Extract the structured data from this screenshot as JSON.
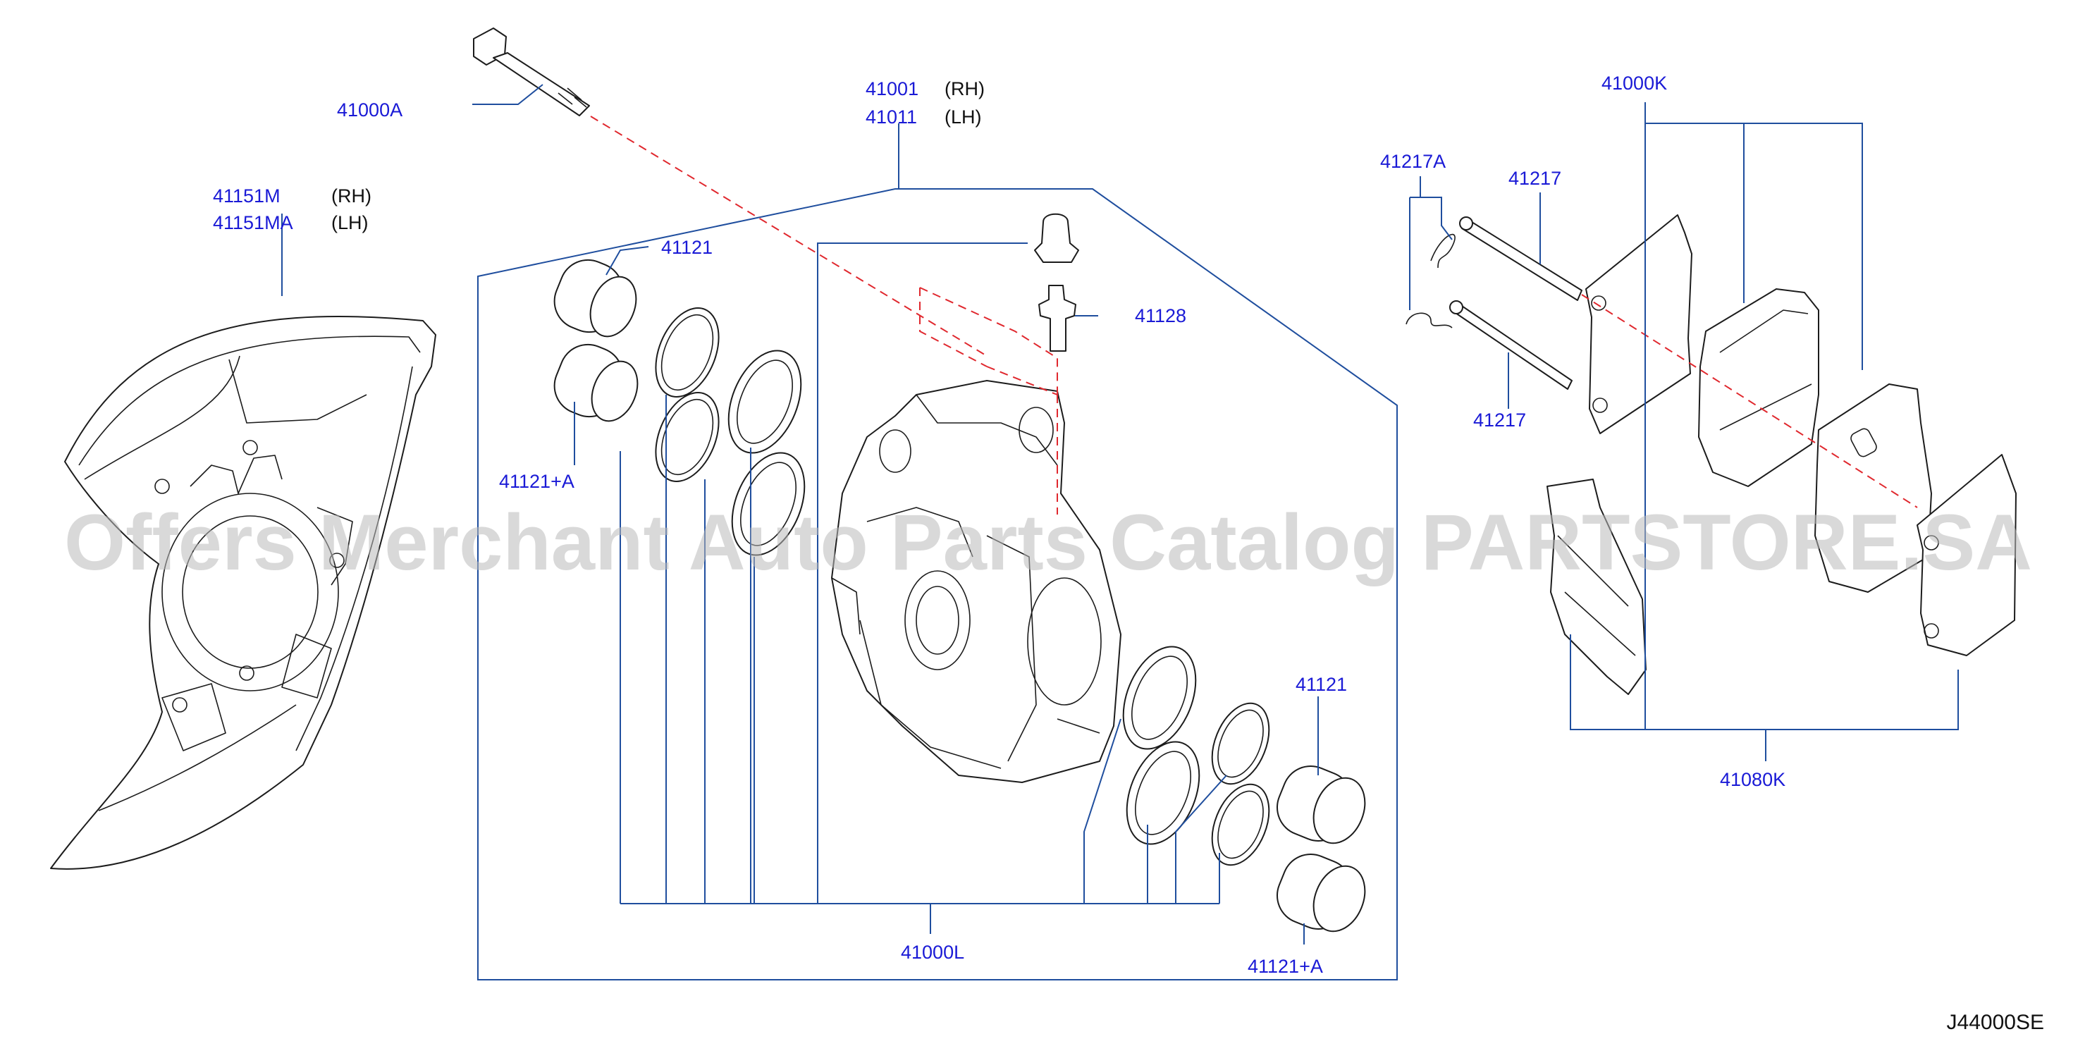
{
  "diagram_code": "J44000SE",
  "watermark": "Offers Merchant Auto Parts Catalog PARTSTORE.SA",
  "colors": {
    "part_number": "#1a1ad6",
    "leader": "#1f4e9e",
    "centerline": "#e0282e",
    "drawing": "#1c1c1c"
  },
  "callouts": {
    "bolt": "41000A",
    "caliper_rh": "41001",
    "caliper_lh": "41011",
    "shield_rh": "41151M",
    "shield_lh": "41151MA",
    "piston_top": "41121",
    "piston_top_a": "41121+A",
    "bleeder": "41128",
    "seal_kit": "41000L",
    "piston_bottom": "41121",
    "piston_bottom_a": "41121+A",
    "pad_kit": "41000K",
    "clip": "41217A",
    "pin_top": "41217",
    "pin_bottom": "41217",
    "shim_kit": "41080K"
  },
  "side_labels": {
    "rh": "(RH)",
    "lh": "(LH)"
  }
}
